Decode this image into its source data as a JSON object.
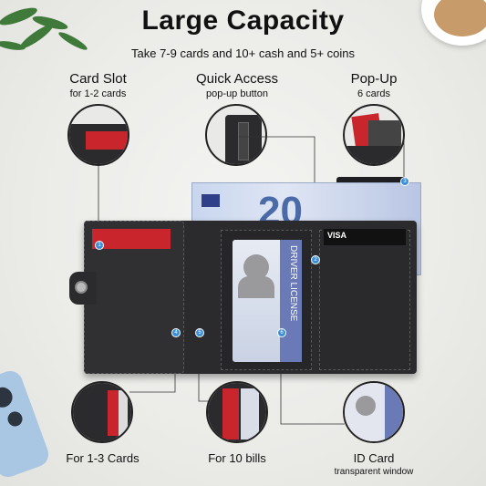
{
  "header": {
    "title": "Large Capacity",
    "subtitle": "Take 7-9 cards and 10+ cash and 5+ coins"
  },
  "features_top": [
    {
      "label": "Card Slot",
      "sublabel": "for 1-2 cards"
    },
    {
      "label": "Quick Access",
      "sublabel": "pop-up button"
    },
    {
      "label": "Pop-Up",
      "sublabel": "6 cards"
    }
  ],
  "features_bottom": [
    {
      "label": "For 1-3 Cards",
      "sublabel": ""
    },
    {
      "label": "For 10 bills",
      "sublabel": ""
    },
    {
      "label": "ID Card",
      "sublabel": "transparent window"
    }
  ],
  "product": {
    "banknote_value": "20",
    "id_card_text": "DRIVER LICENSE",
    "card_brand": "VISA",
    "callouts": [
      "1",
      "2",
      "3",
      "4",
      "5",
      "6"
    ]
  },
  "colors": {
    "leather": "#2b2b2d",
    "stitch": "#5a5a5c",
    "card_red": "#c8262c",
    "callout_blue": "#3a8fd8",
    "banknote_blue": "#4a6aa8"
  }
}
